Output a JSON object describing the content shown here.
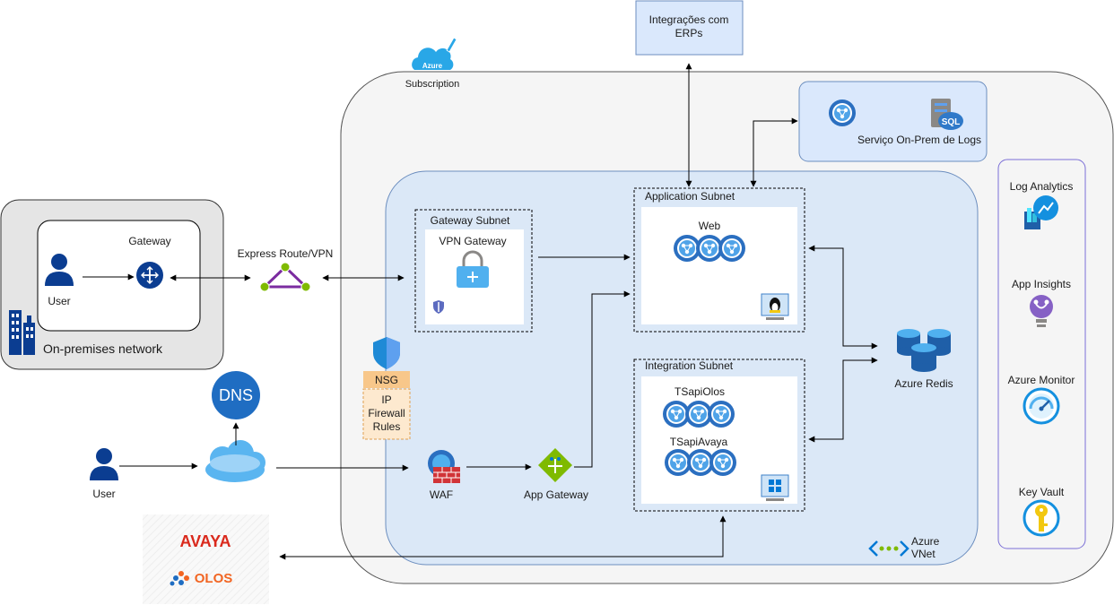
{
  "labels": {
    "integracoes_line1": "Integrações com",
    "integracoes_line2": "ERPs",
    "subscription_badge": "Azure",
    "subscription": "Subscription",
    "servico_logs": "Serviço On-Prem de Logs",
    "sql": "SQL",
    "log_analytics": "Log Analytics",
    "app_insights": "App Insights",
    "azure_monitor": "Azure Monitor",
    "key_vault": "Key Vault",
    "gateway": "Gateway",
    "user_onprem": "User",
    "onprem_network": "On-premises network",
    "express_route": "Express Route/VPN",
    "gateway_subnet": "Gateway Subnet",
    "vpn_gateway": "VPN Gateway",
    "application_subnet": "Application Subnet",
    "web": "Web",
    "integration_subnet": "Integration Subnet",
    "tsapi_olos": "TSapiOlos",
    "tsapi_avaya": "TSapiAvaya",
    "azure_redis": "Azure Redis",
    "nsg": "NSG",
    "ip_line1": "IP",
    "ip_line2": "Firewall",
    "ip_line3": "Rules",
    "dns": "DNS",
    "user_internet": "User",
    "waf": "WAF",
    "app_gateway": "App Gateway",
    "azure_vnet_line1": "Azure",
    "azure_vnet_line2": "VNet",
    "avaya": "AVAYA",
    "olos": "OLOS"
  },
  "colors": {
    "azure_blue": "#0078d4",
    "icon_light": "#50b0ef",
    "icon_dark": "#1f5fa8",
    "subnet_fill": "#dbe8f7",
    "subscription_fill": "#f5f5f5",
    "erp_fill": "#dae8fc",
    "user_navy": "#0b3d91",
    "avaya_red": "#da291c",
    "olos_orange": "#f26522",
    "nsg_orange": "#f8c78a",
    "purple_link": "#7b2ca0",
    "link_green": "#7fba00"
  }
}
